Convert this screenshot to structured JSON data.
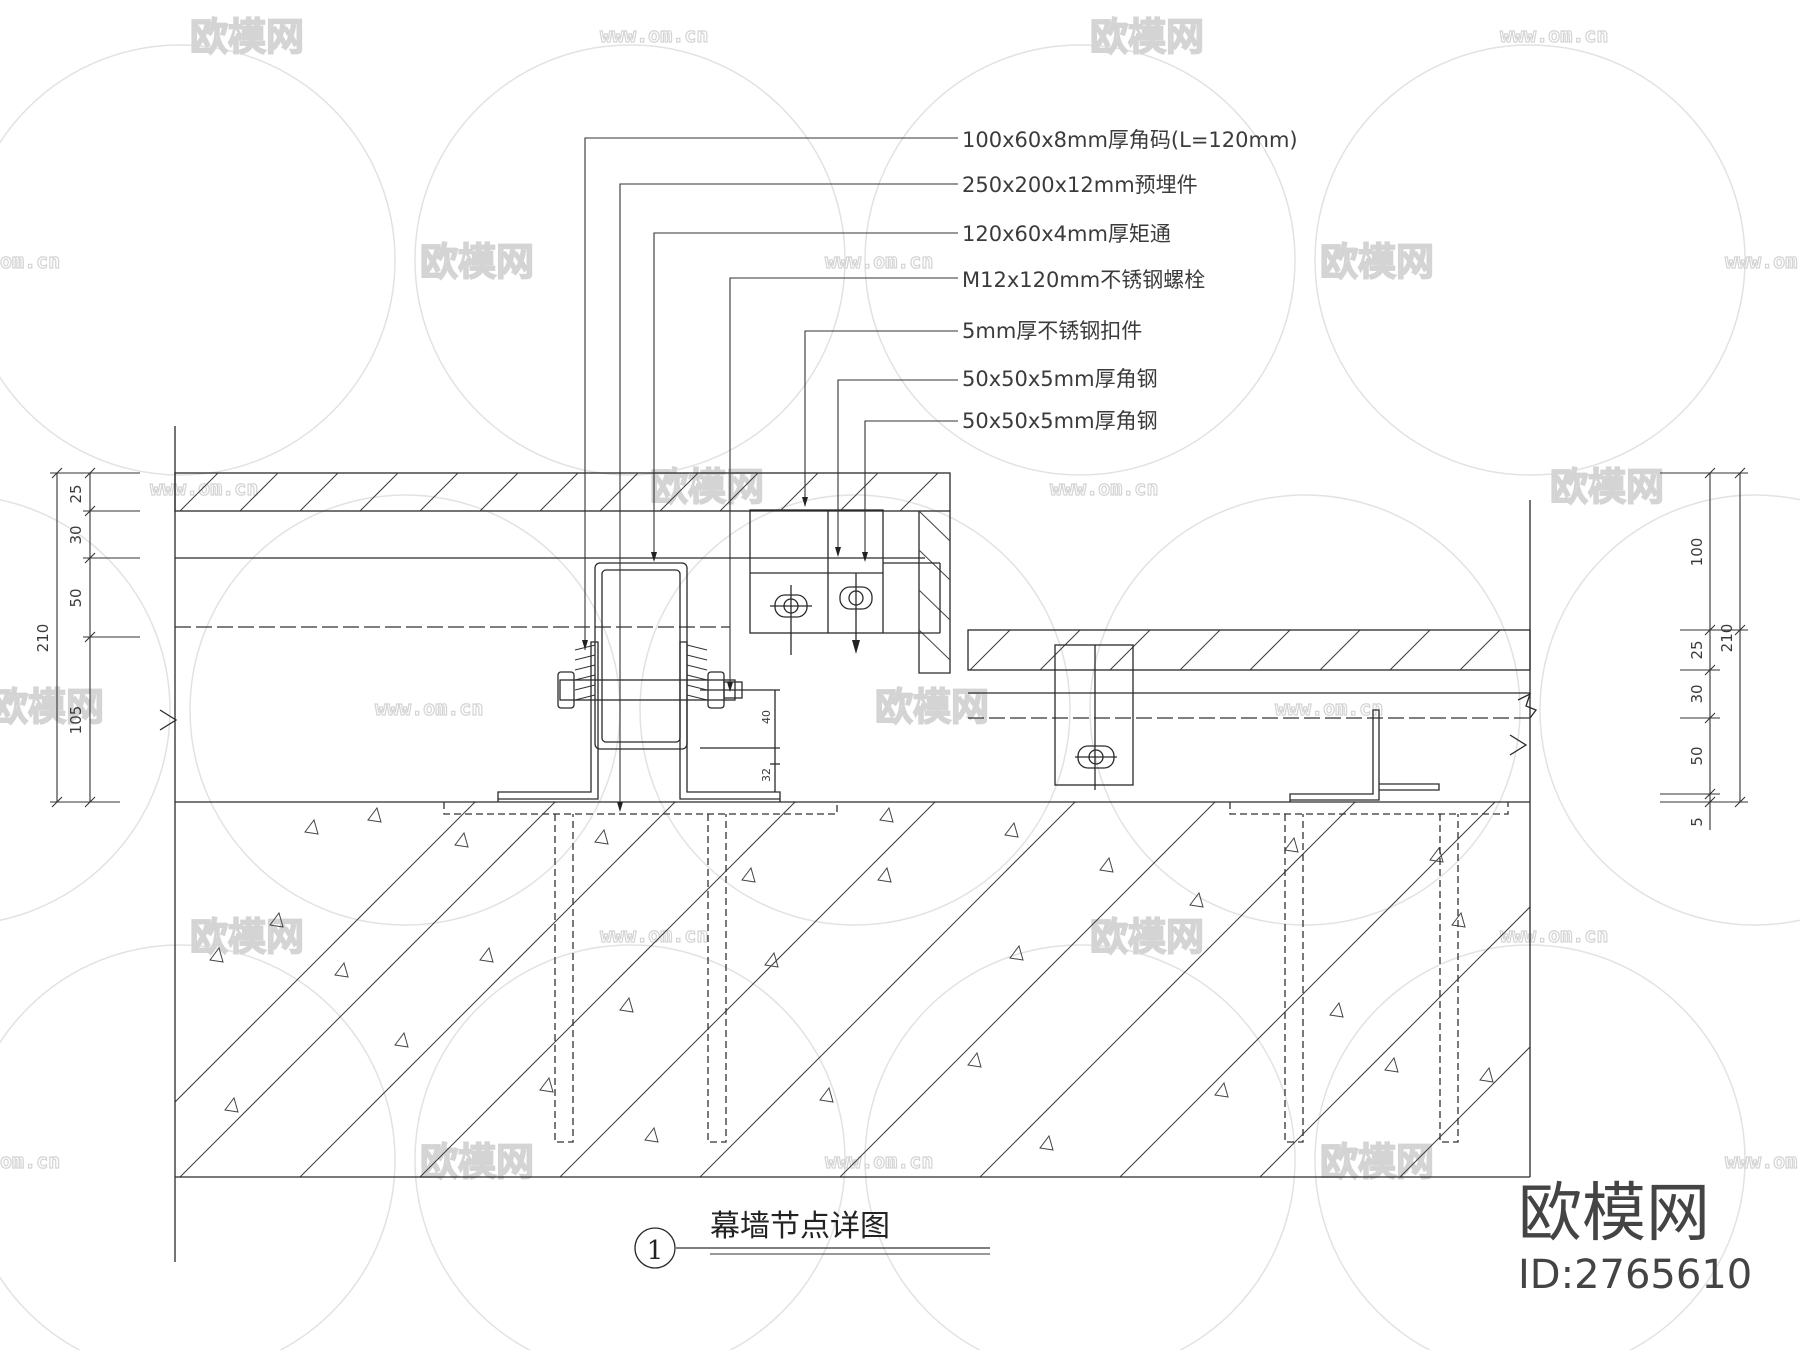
{
  "drawing": {
    "callouts": [
      "100x60x8mm厚角码(L=120mm)",
      "250x200x12mm预埋件",
      "120x60x4mm厚矩通",
      "M12x120mm不锈钢螺栓",
      "5mm厚不锈钢扣件",
      "50x50x5mm厚角钢",
      "50x50x5mm厚角钢"
    ],
    "dims_left": [
      "25",
      "30",
      "50",
      "105",
      "210"
    ],
    "dims_right": [
      "100",
      "25",
      "30",
      "50",
      "5",
      "210"
    ],
    "dims_inner": [
      "40",
      "32"
    ],
    "detail_number": "1",
    "detail_title": "幕墙节点详图"
  },
  "watermark": {
    "logo_text": "欧模网",
    "url_text": "www.om.cn",
    "url_short": "om.cn"
  },
  "brand": {
    "name": "欧模网",
    "id": "ID:2765610"
  }
}
